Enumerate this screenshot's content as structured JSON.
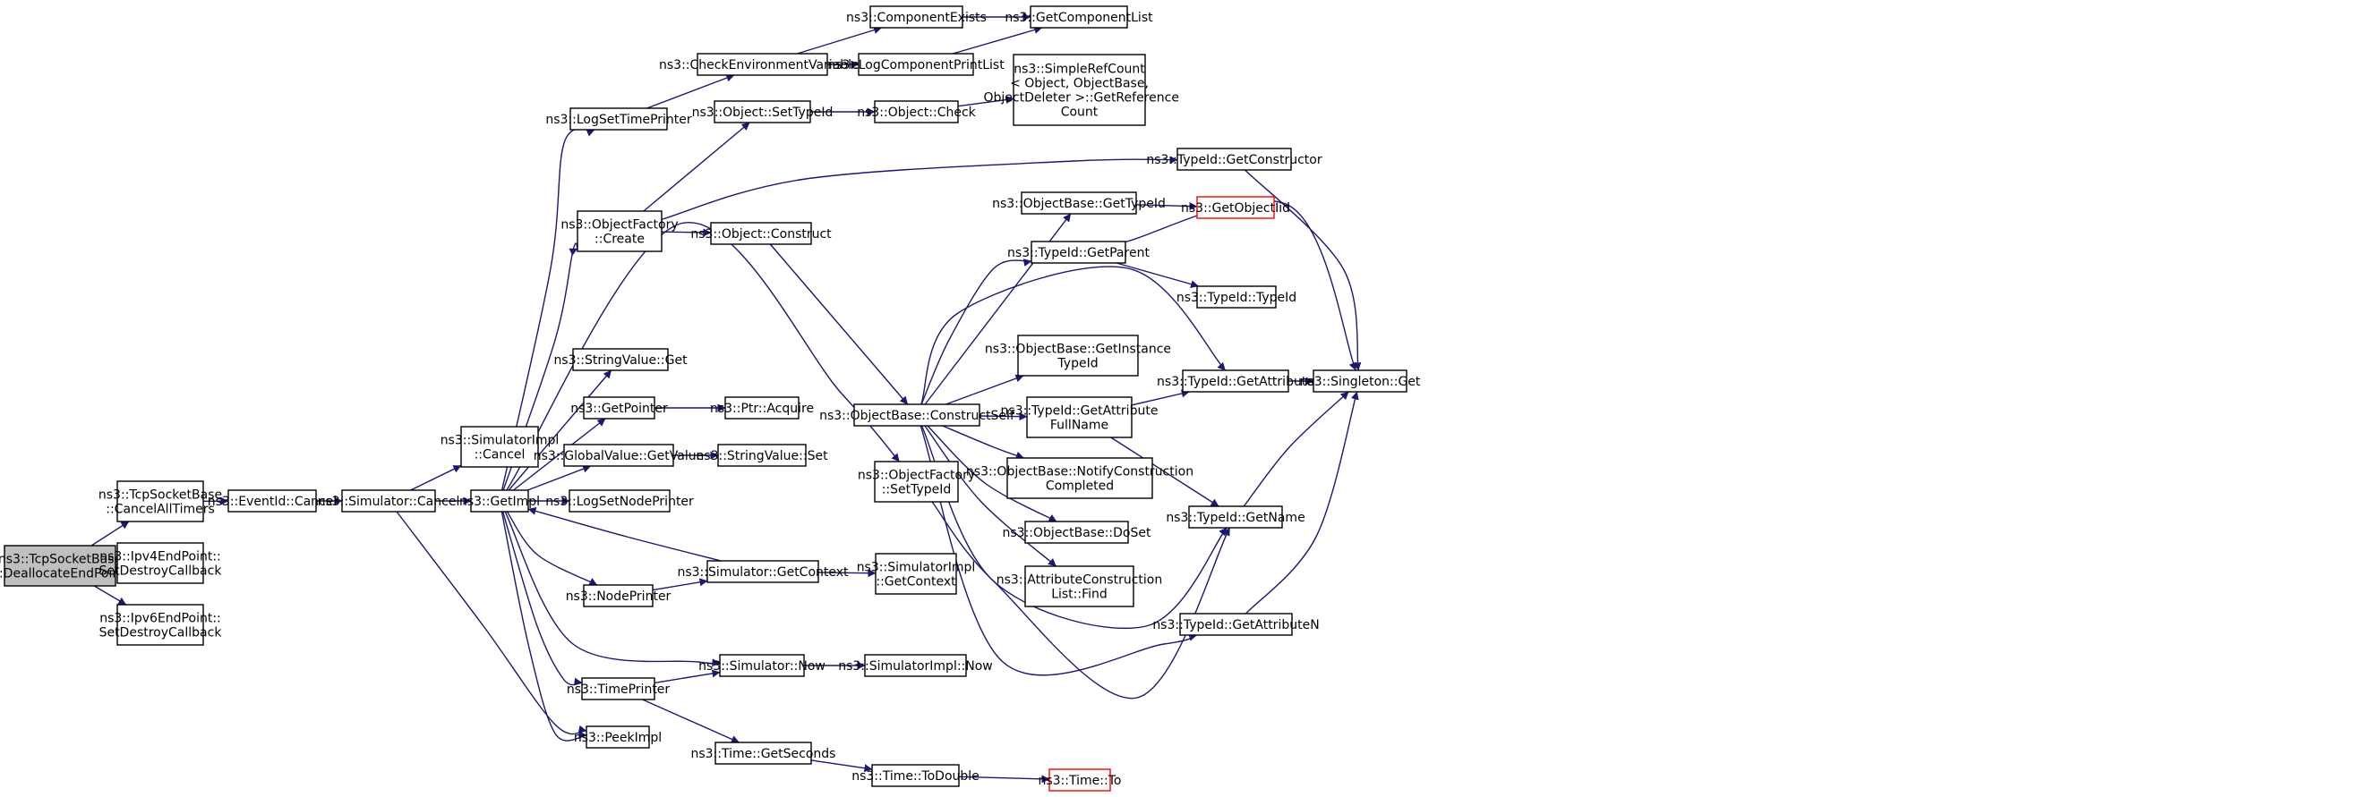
{
  "colors": {
    "edge": "#191970",
    "root_fill": "#bfbfbf",
    "node_border": "#000000",
    "external_border": "#ff0000",
    "background": "#ffffff"
  },
  "nodes": [
    {
      "id": "deallocate",
      "label": "ns3::TcpSocketBase\n::DeallocateEndPoint",
      "style": "root"
    },
    {
      "id": "cancel_all_timers",
      "label": "ns3::TcpSocketBase\n::CancelAllTimers"
    },
    {
      "id": "ipv4_destroy",
      "label": "ns3::Ipv4EndPoint::\nSetDestroyCallback"
    },
    {
      "id": "ipv6_destroy",
      "label": "ns3::Ipv6EndPoint::\nSetDestroyCallback"
    },
    {
      "id": "eventid_cancel",
      "label": "ns3::EventId::Cancel"
    },
    {
      "id": "sim_cancel",
      "label": "ns3::Simulator::Cancel"
    },
    {
      "id": "simimpl_cancel",
      "label": "ns3::SimulatorImpl\n::Cancel"
    },
    {
      "id": "get_impl",
      "label": "ns3::GetImpl"
    },
    {
      "id": "peek_impl",
      "label": "ns3::PeekImpl"
    },
    {
      "id": "log_set_time_printer",
      "label": "ns3::LogSetTimePrinter"
    },
    {
      "id": "objfactory_create",
      "label": "ns3::ObjectFactory\n::Create"
    },
    {
      "id": "stringvalue_get",
      "label": "ns3::StringValue::Get"
    },
    {
      "id": "get_pointer",
      "label": "ns3::GetPointer"
    },
    {
      "id": "globalvalue_getvalue",
      "label": "ns3::GlobalValue::GetValue"
    },
    {
      "id": "log_set_node_printer",
      "label": "ns3::LogSetNodePrinter"
    },
    {
      "id": "node_printer",
      "label": "ns3::NodePrinter"
    },
    {
      "id": "time_printer",
      "label": "ns3::TimePrinter"
    },
    {
      "id": "check_env_vars",
      "label": "ns3::CheckEnvironmentVariables"
    },
    {
      "id": "object_settypeid",
      "label": "ns3::Object::SetTypeId"
    },
    {
      "id": "object_construct",
      "label": "ns3::Object::Construct"
    },
    {
      "id": "ptr_acquire",
      "label": "ns3::Ptr::Acquire"
    },
    {
      "id": "stringvalue_set",
      "label": "ns3::StringValue::Set"
    },
    {
      "id": "sim_getcontext",
      "label": "ns3::Simulator::GetContext"
    },
    {
      "id": "sim_now",
      "label": "ns3::Simulator::Now"
    },
    {
      "id": "time_getseconds",
      "label": "ns3::Time::GetSeconds"
    },
    {
      "id": "component_exists",
      "label": "ns3::ComponentExists"
    },
    {
      "id": "log_component_print_list",
      "label": "ns3::LogComponentPrintList"
    },
    {
      "id": "object_check",
      "label": "ns3::Object::Check"
    },
    {
      "id": "objectbase_constructself",
      "label": "ns3::ObjectBase::ConstructSelf"
    },
    {
      "id": "objfactory_settypeid",
      "label": "ns3::ObjectFactory\n::SetTypeId"
    },
    {
      "id": "simimpl_getcontext",
      "label": "ns3::SimulatorImpl\n::GetContext"
    },
    {
      "id": "simimpl_now",
      "label": "ns3::SimulatorImpl::Now"
    },
    {
      "id": "time_todouble",
      "label": "ns3::Time::ToDouble"
    },
    {
      "id": "get_component_list",
      "label": "ns3::GetComponentList"
    },
    {
      "id": "simple_refcount",
      "label": "ns3::SimpleRefCount\n< Object, ObjectBase,\n ObjectDeleter >::GetReference\nCount"
    },
    {
      "id": "objectbase_gettypeid",
      "label": "ns3::ObjectBase::GetTypeId"
    },
    {
      "id": "typeid_getparent",
      "label": "ns3::TypeId::GetParent"
    },
    {
      "id": "objectbase_getinstancetypeid",
      "label": "ns3::ObjectBase::GetInstance\nTypeId"
    },
    {
      "id": "typeid_getattributefullname",
      "label": "ns3::TypeId::GetAttribute\nFullName"
    },
    {
      "id": "objectbase_notifyconstructioncompleted",
      "label": "ns3::ObjectBase::NotifyConstruction\nCompleted"
    },
    {
      "id": "objectbase_doset",
      "label": "ns3::ObjectBase::DoSet"
    },
    {
      "id": "attributeconstructionlist_find",
      "label": "ns3::AttributeConstruction\nList::Find"
    },
    {
      "id": "typeid_getconstructor",
      "label": "ns3::TypeId::GetConstructor"
    },
    {
      "id": "get_object_iid",
      "label": "ns3::GetObjectIid",
      "style": "external"
    },
    {
      "id": "typeid_typeid",
      "label": "ns3::TypeId::TypeId"
    },
    {
      "id": "typeid_getattribute",
      "label": "ns3::TypeId::GetAttribute"
    },
    {
      "id": "typeid_getname",
      "label": "ns3::TypeId::GetName"
    },
    {
      "id": "typeid_getattributen",
      "label": "ns3::TypeId::GetAttributeN"
    },
    {
      "id": "time_to",
      "label": "ns3::Time::To",
      "style": "external"
    },
    {
      "id": "singleton_get",
      "label": "ns3::Singleton::Get"
    }
  ],
  "edges": [
    [
      "deallocate",
      "cancel_all_timers"
    ],
    [
      "deallocate",
      "ipv4_destroy"
    ],
    [
      "deallocate",
      "ipv6_destroy"
    ],
    [
      "cancel_all_timers",
      "eventid_cancel"
    ],
    [
      "eventid_cancel",
      "sim_cancel"
    ],
    [
      "sim_cancel",
      "simimpl_cancel"
    ],
    [
      "sim_cancel",
      "get_impl"
    ],
    [
      "sim_cancel",
      "peek_impl"
    ],
    [
      "get_impl",
      "log_set_time_printer"
    ],
    [
      "get_impl",
      "objfactory_create"
    ],
    [
      "get_impl",
      "stringvalue_get"
    ],
    [
      "get_impl",
      "get_pointer"
    ],
    [
      "get_impl",
      "globalvalue_getvalue"
    ],
    [
      "get_impl",
      "log_set_node_printer"
    ],
    [
      "get_impl",
      "node_printer"
    ],
    [
      "get_impl",
      "time_printer"
    ],
    [
      "get_impl",
      "peek_impl"
    ],
    [
      "get_impl",
      "sim_now"
    ],
    [
      "get_impl",
      "objfactory_settypeid"
    ],
    [
      "sim_getcontext",
      "get_impl"
    ],
    [
      "log_set_time_printer",
      "check_env_vars"
    ],
    [
      "check_env_vars",
      "component_exists"
    ],
    [
      "check_env_vars",
      "log_component_print_list"
    ],
    [
      "component_exists",
      "get_component_list"
    ],
    [
      "log_component_print_list",
      "get_component_list"
    ],
    [
      "objfactory_create",
      "object_settypeid"
    ],
    [
      "objfactory_create",
      "object_construct"
    ],
    [
      "objfactory_create",
      "typeid_getconstructor"
    ],
    [
      "object_settypeid",
      "object_check"
    ],
    [
      "object_check",
      "simple_refcount"
    ],
    [
      "object_construct",
      "objectbase_constructself"
    ],
    [
      "get_pointer",
      "ptr_acquire"
    ],
    [
      "globalvalue_getvalue",
      "stringvalue_set"
    ],
    [
      "node_printer",
      "sim_getcontext"
    ],
    [
      "sim_getcontext",
      "simimpl_getcontext"
    ],
    [
      "time_printer",
      "sim_now"
    ],
    [
      "time_printer",
      "time_getseconds"
    ],
    [
      "sim_now",
      "simimpl_now"
    ],
    [
      "time_getseconds",
      "time_todouble"
    ],
    [
      "time_todouble",
      "time_to"
    ],
    [
      "objectbase_constructself",
      "objectbase_gettypeid"
    ],
    [
      "objectbase_constructself",
      "typeid_getparent"
    ],
    [
      "objectbase_constructself",
      "objectbase_getinstancetypeid"
    ],
    [
      "objectbase_constructself",
      "typeid_getattributefullname"
    ],
    [
      "objectbase_constructself",
      "objectbase_notifyconstructioncompleted"
    ],
    [
      "objectbase_constructself",
      "objectbase_doset"
    ],
    [
      "objectbase_constructself",
      "attributeconstructionlist_find"
    ],
    [
      "objectbase_constructself",
      "typeid_getattribute"
    ],
    [
      "objectbase_constructself",
      "typeid_getname"
    ],
    [
      "objectbase_constructself",
      "typeid_getattributen"
    ],
    [
      "objectbase_gettypeid",
      "get_object_iid"
    ],
    [
      "typeid_getparent",
      "typeid_typeid"
    ],
    [
      "typeid_getparent",
      "singleton_get"
    ],
    [
      "typeid_getattributefullname",
      "typeid_getattribute"
    ],
    [
      "typeid_getattributefullname",
      "typeid_getname"
    ],
    [
      "typeid_getattribute",
      "singleton_get"
    ],
    [
      "typeid_getname",
      "singleton_get"
    ],
    [
      "typeid_getattributen",
      "singleton_get"
    ],
    [
      "typeid_getconstructor",
      "singleton_get"
    ],
    [
      "objfactory_settypeid",
      "typeid_getname"
    ]
  ]
}
